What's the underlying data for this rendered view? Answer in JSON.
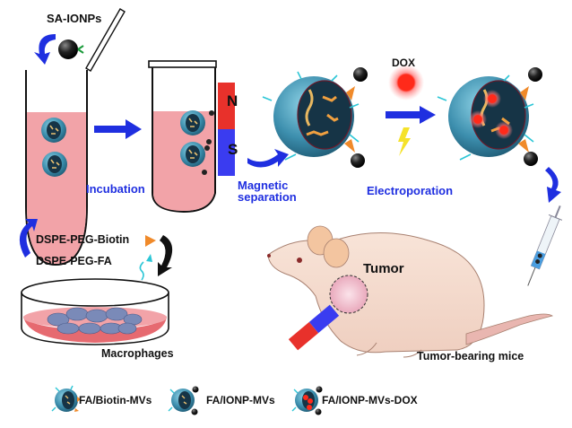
{
  "labels": {
    "sa_ionps": "SA-IONPs",
    "incubation": "Incubation",
    "magnetic_separation_1": "Magnetic",
    "magnetic_separation_2": "separation",
    "dox": "DOX",
    "electroporation": "Electroporation",
    "dspe_peg_biotin": "DSPE-PEG-Biotin",
    "dspe_peg_fa": "DSPE-PEG-FA",
    "macrophages": "Macrophages",
    "tumor": "Tumor",
    "tumor_bearing_mice": "Tumor-bearing mice",
    "magnet_n": "N",
    "magnet_s": "S"
  },
  "legend": [
    {
      "label": "FA/Biotin-MVs",
      "particle": "biotin"
    },
    {
      "label": "FA/IONP-MVs",
      "particle": "ionp"
    },
    {
      "label": "FA/IONP-MVs-DOX",
      "particle": "dox"
    }
  ],
  "colors": {
    "arrow_blue": "#1f2fe0",
    "liquid_pink": "#f2a3a8",
    "magnet_red": "#e8312b",
    "magnet_blue": "#3a3cf0",
    "vesicle_teal": "#4aa3c0",
    "vesicle_core": "#163446",
    "dox_red": "#ff2a1a",
    "biotin_orange": "#f08a2a",
    "peg_cyan": "#2cc6d6",
    "mouse_skin": "#f6ddd0"
  }
}
